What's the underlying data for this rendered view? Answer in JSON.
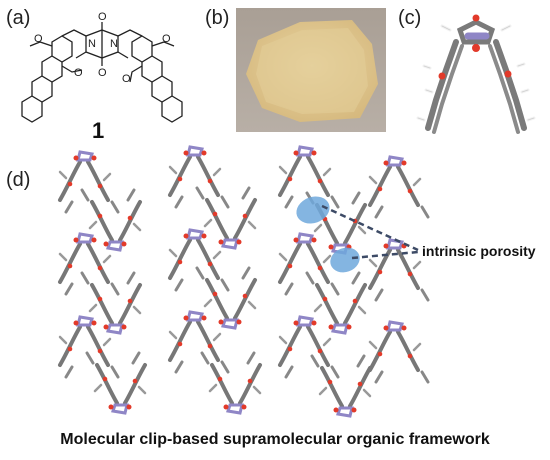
{
  "panels": {
    "a": {
      "label": "(a)",
      "compound_number": "1",
      "methoxy_label": "O",
      "nitrogen_label": "N",
      "carbonyl_label": "O"
    },
    "b": {
      "label": "(b)"
    },
    "c": {
      "label": "(c)"
    },
    "d": {
      "label": "(d)",
      "annotation": "intrinsic porosity"
    }
  },
  "caption": "Molecular clip-based supramolecular organic framework",
  "colors": {
    "powder": "#ddc48c",
    "carbon": "#7a7a7a",
    "nitrogen": "#8f86c6",
    "oxygen": "#e23a2a",
    "hydrogen": "#f2f2f2",
    "pore": "#6fa8dc"
  }
}
